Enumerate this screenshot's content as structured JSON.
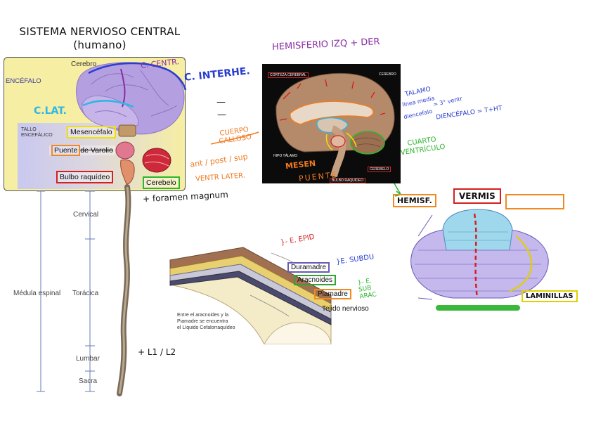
{
  "title": {
    "line1": "SISTEMA NERVIOSO CENTRAL",
    "line2": "(humano)"
  },
  "left_diagram": {
    "cerebro": "Cerebro",
    "encefalo": "ENCÉFALO",
    "tallo": "TALLO ENCEFÁLICO",
    "mesencefalo": "Mesencéfalo",
    "puente_a": "Puente",
    "puente_b": "de Varolio",
    "bulbo": "Bulbo raquídeo",
    "cerebelo": "Cerebelo",
    "cervical": "Cervical",
    "toracica": "Torácica",
    "lumbar": "Lumbar",
    "sacra": "Sacra",
    "medula": "Médula espinal",
    "colors": {
      "mesencefalo": "#f0e000",
      "puente": "#f08a20",
      "bulbo": "#d42020",
      "cerebelo": "#2db52d"
    }
  },
  "annotations": {
    "c_centr": "C. CENTR.",
    "c_interhe": "C. INTERHE.",
    "c_lat": "C.LAT.",
    "dash1": "—",
    "dash2": "—",
    "ant_post": "ant / post / sup",
    "ventr": "VENTR LATER.",
    "foramen": "+ foramen magnum",
    "l1l2": "+ L1 / L2",
    "hemisferio": "HEMISFERIO IZQ + DER",
    "talamo": "TALAMO",
    "linea": "linea media",
    "ventr3": "= 3° ventr",
    "mesencefalo_hand": "diencefalo",
    "diencefalo_eq": "DIENCÉFALO = T+HT",
    "cuerpo_calloso": "CUERPO CALLOSO",
    "mesen_hand": "MESEN",
    "puente_hand": "PUENTE",
    "cuarto": "CUARTO VENTRÍCULO",
    "e_epid": "}- E. EPID",
    "e_subdu": "}E. SUBDU",
    "e_subarac": "}- E. SUB ARAC",
    "hemisf_box": "HEMISF.",
    "vermis_box": "VERMIS",
    "laminillas": "LAMINILLAS"
  },
  "photo": {
    "corteza": "CORTEZA CEREBRAL",
    "cerebro": "CEREBRO",
    "hipotalamo": "HIPO TÁLAMO",
    "cerebelo": "CEREBELO",
    "bulbo": "BULBO RAQUÍDEO"
  },
  "meninges": {
    "duramadre": "Duramadre",
    "aracnoides": "Aracnoides",
    "piamadre": "Piamadre",
    "tejido": "Tejido nervioso",
    "nota": [
      "Entre el aracnoides y la",
      "Piamadre se encuentra",
      "el Líquido Cefalorraquídeo"
    ],
    "colors": {
      "duramadre": "#6a5ab8",
      "aracnoides": "#2ea52e",
      "piamadre": "#f08a20"
    }
  }
}
